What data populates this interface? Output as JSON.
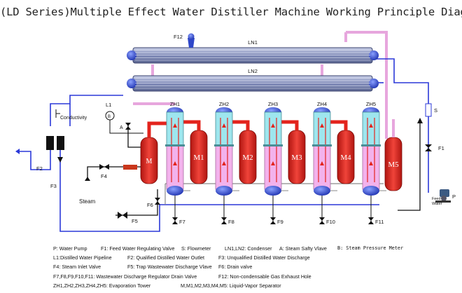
{
  "title": "(LD Series)Multiple Effect Water Distiller Machine Working Principle Diagram",
  "colors": {
    "condenser": "#7f8ab8",
    "pipe_blue": "#2b39d8",
    "pipe_pink": "#e7a6dd",
    "separator_red": "#e3241d",
    "tower_cyan": "#9ee6ee",
    "tower_pink": "#f3b2ec",
    "cap_blue": "#2e46c8",
    "frame_grey": "#8a8a8a"
  },
  "diagram": {
    "condensers": [
      "LN1",
      "LN2"
    ],
    "exhaust_label": "F12",
    "conductivity_label": "Conductivity",
    "pressure_meter_label": "L1",
    "steam_valve_label": "A",
    "towers": [
      "ZH1",
      "ZH2",
      "ZH3",
      "ZH4",
      "ZH5"
    ],
    "separators": [
      "M",
      "M1",
      "M2",
      "M3",
      "M4",
      "M5"
    ],
    "drain_valves": [
      "F7",
      "F8",
      "F9",
      "F10",
      "F11"
    ],
    "valves": {
      "f1": "F1",
      "f2": "F2",
      "f3": "F3",
      "f4": "F4",
      "f5": "F5",
      "f6": "F6"
    },
    "flowmeter_label": "S",
    "pump_label": "P",
    "feed_water_line1": "Feed",
    "feed_water_line2": "Water",
    "steam_label": "Steam"
  },
  "legend": {
    "row1": {
      "p": "P: Water Pump",
      "f1": "F1: Feed Water Regulating Valve",
      "s": "S: Flowmeter",
      "ln": "LN1,LN2: Condenser",
      "a": "A: Steam Safty Vlave",
      "b": "B: Steam Pressure Meter"
    },
    "row2": {
      "l1": "L1:Distilled Water Pipeline",
      "f2": "F2: Qualified Distilled Water Outlet",
      "f3": "F3: Unqualified Distilled Water Discharge"
    },
    "row3": {
      "f4": "F4: Steam Inlet Valve",
      "f5": "F5: Trap Wastewater Discharge Vlave",
      "f6": "F6: Drain valve"
    },
    "row4": {
      "f7": "F7,F8,F9,F10,F11: Wastewater Discharge Regulator Drain Valve",
      "f12": "F12: Non-condensable Gas Exhaust Hole"
    },
    "row5": {
      "zh": "ZH1,ZH2,ZH3,ZH4,ZH5: Evaporation Tower",
      "m": "M,M1,M2,M3,M4,M5: Liquid-Vapor Separator"
    }
  }
}
